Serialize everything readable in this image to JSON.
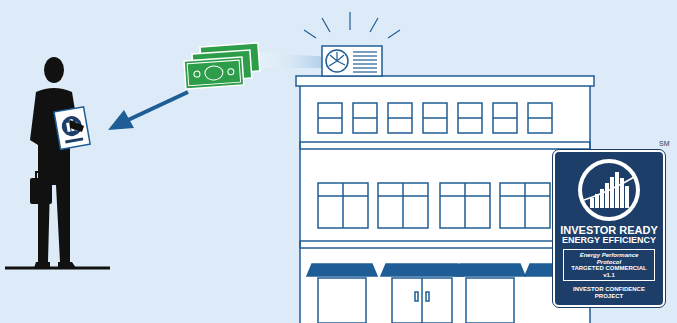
{
  "diagram": {
    "nodes": [
      {
        "text": [
          "INVESTOR READY",
          "ENERGY EFFICIENCY",
          "INVESTOR CONFIDENCE PROJECT"
        ]
      },
      {
        "text": [
          "Energy Performance Protocol",
          "TARGETED COMMERCIAL v1.1"
        ],
        "in": 0
      }
    ],
    "labels": [
      "SM"
    ]
  }
}
